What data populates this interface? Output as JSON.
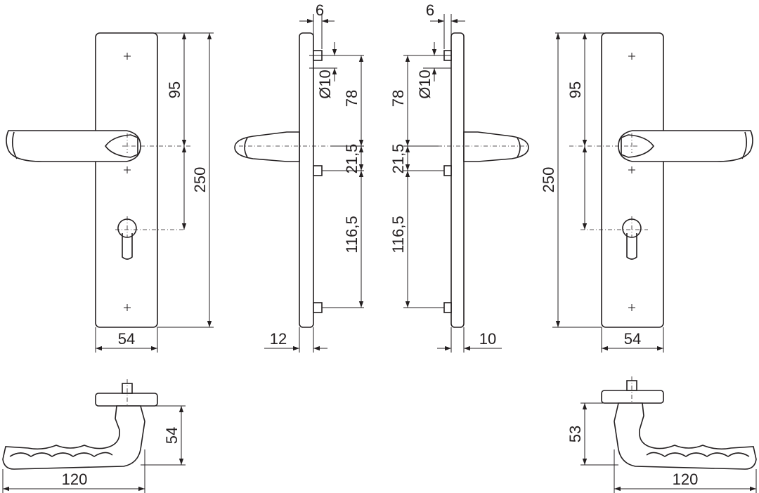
{
  "dimensions": {
    "front_left": {
      "width": "54",
      "height": "250",
      "spindle_to_cylinder": "95"
    },
    "side_left": {
      "depth": "12",
      "screw_offset": "6",
      "screw_dia": "Ø10",
      "screw_to_spindle": "78",
      "spindle_to_screw": "21,5",
      "screw_to_screw": "116,5"
    },
    "side_right": {
      "depth": "10",
      "screw_offset": "6",
      "screw_dia": "Ø10",
      "screw_to_spindle": "78",
      "spindle_to_screw": "21,5",
      "screw_to_screw": "116,5"
    },
    "front_right": {
      "width": "54",
      "height": "250",
      "spindle_to_cylinder": "95"
    },
    "handle_left": {
      "length": "120",
      "projection": "54"
    },
    "handle_right": {
      "length": "120",
      "projection": "53"
    }
  },
  "colors": {
    "line": "#231f20",
    "background": "#ffffff"
  }
}
